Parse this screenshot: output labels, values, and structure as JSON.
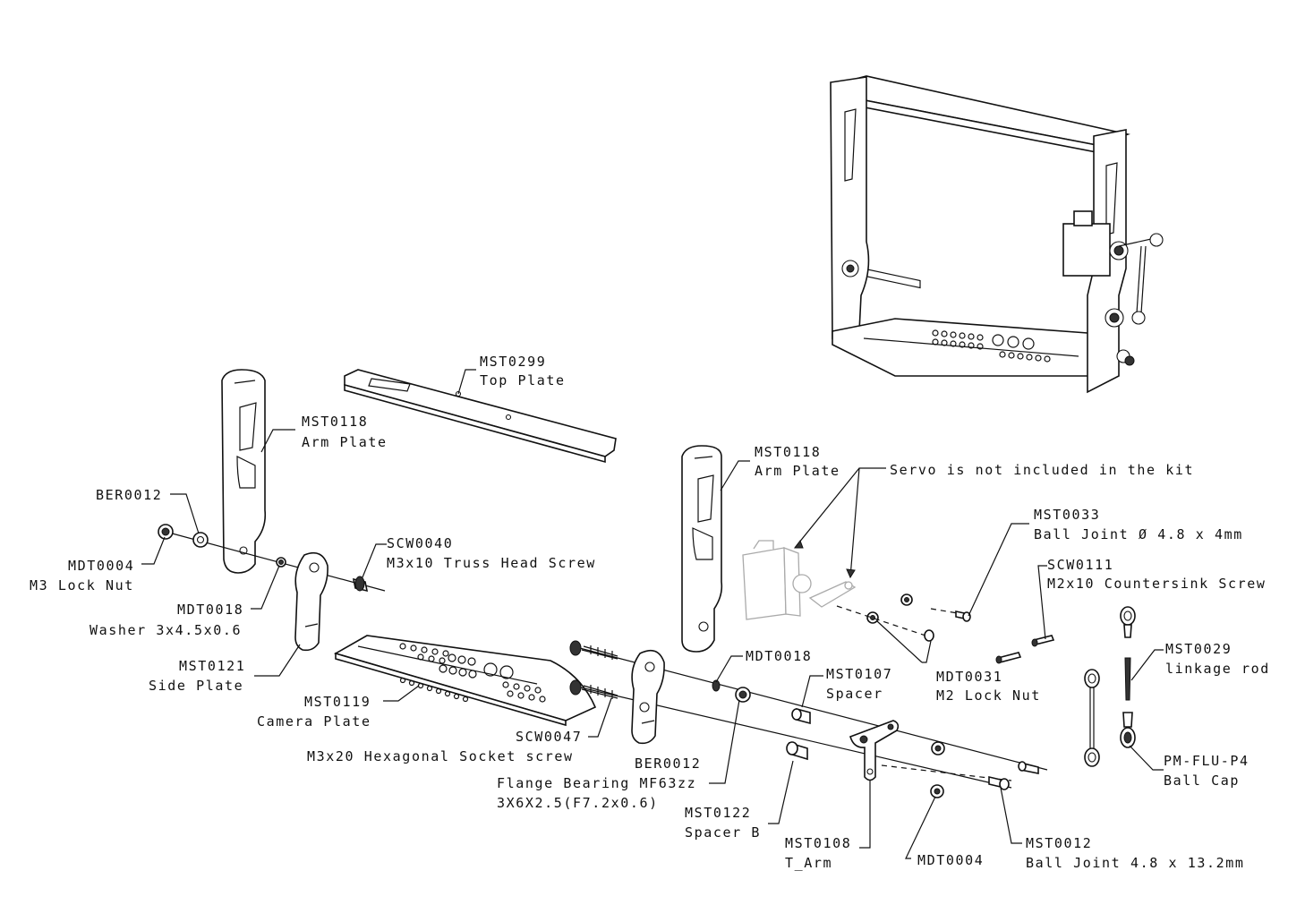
{
  "labels": {
    "mst0299_code": "MST0299",
    "mst0299_name": "Top Plate",
    "mst0118a_code": "MST0118",
    "mst0118a_name": "Arm Plate",
    "mst0118b_code": "MST0118",
    "mst0118b_name": "Arm Plate",
    "servo_note": "Servo is not included in the kit",
    "ber0012a_code": "BER0012",
    "mdt0004a_code": "MDT0004",
    "mdt0004a_name": "M3 Lock Nut",
    "scw0040_code": "SCW0040",
    "scw0040_name": "M3x10 Truss Head Screw",
    "mdt0018a_code": "MDT0018",
    "mdt0018a_name": "Washer 3x4.5x0.6",
    "mst0121_code": "MST0121",
    "mst0121_name": "Side Plate",
    "mst0119_code": "MST0119",
    "mst0119_name": "Camera Plate",
    "scw0047_code": "SCW0047",
    "scw0047_name": "M3x20 Hexagonal Socket screw",
    "ber0012b_code": "BER0012",
    "ber0012b_name": "Flange Bearing MF63zz",
    "ber0012b_dim": "3X6X2.5(F7.2x0.6)",
    "mst0122_code": "MST0122",
    "mst0122_name": "Spacer B",
    "mst0108_code": "MST0108",
    "mst0108_name": "T_Arm",
    "mdt0018b_code": "MDT0018",
    "mst0107_code": "MST0107",
    "mst0107_name": "Spacer",
    "mdt0031_code": "MDT0031",
    "mdt0031_name": "M2 Lock Nut",
    "mdt0004b_code": "MDT0004",
    "mst0033_code": "MST0033",
    "mst0033_name": "Ball Joint  Ø 4.8 x 4mm",
    "scw0111_code": "SCW0111",
    "scw0111_name": "M2x10 Countersink Screw",
    "mst0029_code": "MST0029",
    "mst0029_name": "linkage rod",
    "pmflu_code": "PM-FLU-P4",
    "pmflu_name": "Ball Cap",
    "mst0012_code": "MST0012",
    "mst0012_name": "Ball Joint 4.8 x 13.2mm"
  }
}
